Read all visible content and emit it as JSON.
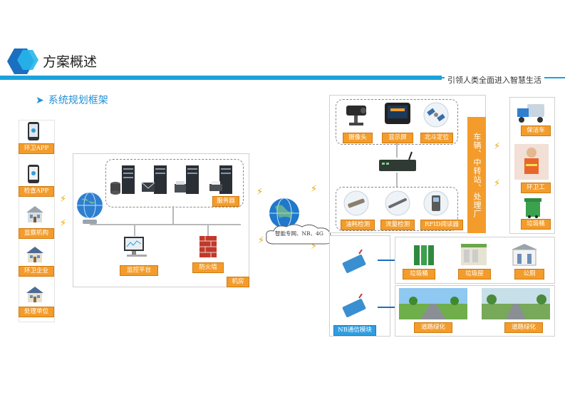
{
  "header": {
    "title": "方案概述",
    "slogan": "引领人类全面进入智慧生活",
    "subtitle": "系统规划框架",
    "accent": "#1aa3dc"
  },
  "left_column": [
    {
      "label": "环卫APP",
      "icon": "smartphone-icon"
    },
    {
      "label": "检查APP",
      "icon": "smartphone-icon"
    },
    {
      "label": "监察机构",
      "icon": "building-icon"
    },
    {
      "label": "环卫企业",
      "icon": "house-icon"
    },
    {
      "label": "处理单位",
      "icon": "house-icon"
    }
  ],
  "center": {
    "server_label": "服务器",
    "monitor_label": "监控平台",
    "firewall_label": "防火墙",
    "machine_room_label": "机房"
  },
  "network": {
    "cloud_label": "智能专网、NB、4G"
  },
  "right_top": {
    "devices_top": [
      "摄像头",
      "显示屏",
      "北斗定位"
    ],
    "devices_bottom": [
      "油耗检测",
      "流量检测",
      "RFID阅读器"
    ],
    "vertical_label": "车辆、中转站、处理厂",
    "vehicles": [
      "保洁车",
      "环卫工",
      "垃圾桶"
    ]
  },
  "right_bottom": {
    "module_label": "NB通信模块",
    "row1": [
      "垃圾桶",
      "垃圾屋",
      "公厕"
    ],
    "row2": [
      "道路绿化",
      "道路绿化"
    ]
  },
  "colors": {
    "label_orange": "#f39c2b",
    "label_blue": "#2f9ee0",
    "line_blue": "#1a6fc0"
  }
}
